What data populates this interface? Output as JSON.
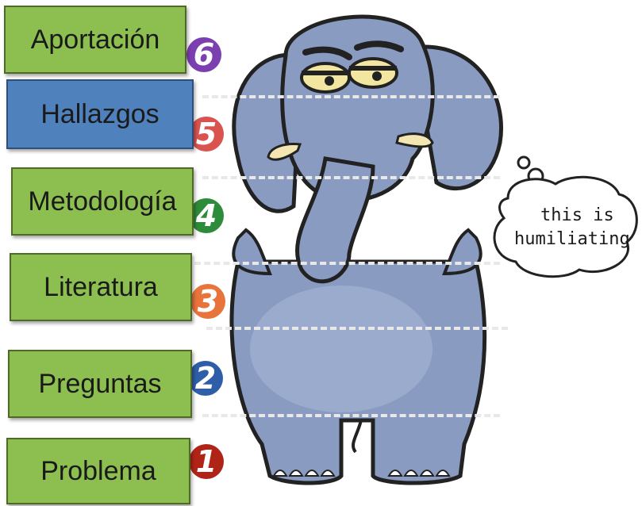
{
  "labels": {
    "aportacion": "Aportación",
    "hallazgos": "Hallazgos",
    "metodologia": "Metodología",
    "literatura": "Literatura",
    "preguntas": "Preguntas",
    "problema": "Problema"
  },
  "numbers": {
    "n6": "6",
    "n5": "5",
    "n4": "4",
    "n3": "3",
    "n2": "2",
    "n1": "1"
  },
  "badge_colors": {
    "n6": "#7b3fb0",
    "n5": "#d9534f",
    "n4": "#2e8b3a",
    "n3": "#e8743b",
    "n2": "#2f5ea8",
    "n1": "#b02418"
  },
  "thought_bubble": {
    "line1": "this is",
    "line2": "humiliating"
  },
  "colors": {
    "box_green": "#8cbf4f",
    "box_blue": "#4f81bd",
    "elephant_body": "#8a9bc2"
  }
}
